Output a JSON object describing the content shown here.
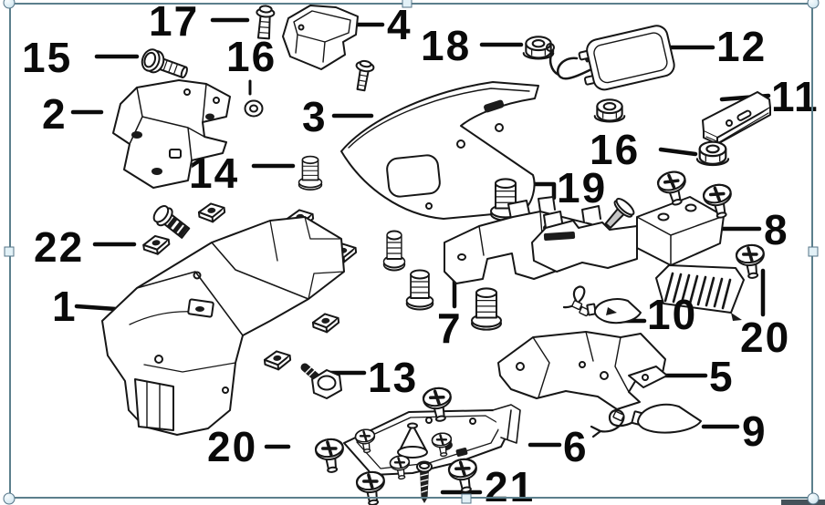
{
  "window": {
    "background": "#ffffff"
  },
  "selection_frame": {
    "border_color": "#5b7f8c",
    "handle_fill": "#e2f1f7",
    "handle_border": "#557487"
  },
  "diagram": {
    "type": "exploded-parts-diagram",
    "line_color": "#161616",
    "label_color": "#0a0a0a",
    "callouts": [
      {
        "label": "17"
      },
      {
        "label": "15"
      },
      {
        "label": "16"
      },
      {
        "label": "4"
      },
      {
        "label": "18"
      },
      {
        "label": "12"
      },
      {
        "label": "11"
      },
      {
        "label": "2"
      },
      {
        "label": "3"
      },
      {
        "label": "16"
      },
      {
        "label": "14"
      },
      {
        "label": "19"
      },
      {
        "label": "22"
      },
      {
        "label": "8"
      },
      {
        "label": "1"
      },
      {
        "label": "7"
      },
      {
        "label": "10"
      },
      {
        "label": "20"
      },
      {
        "label": "5"
      },
      {
        "label": "13"
      },
      {
        "label": "9"
      },
      {
        "label": "6"
      },
      {
        "label": "20"
      },
      {
        "label": "21"
      }
    ]
  }
}
